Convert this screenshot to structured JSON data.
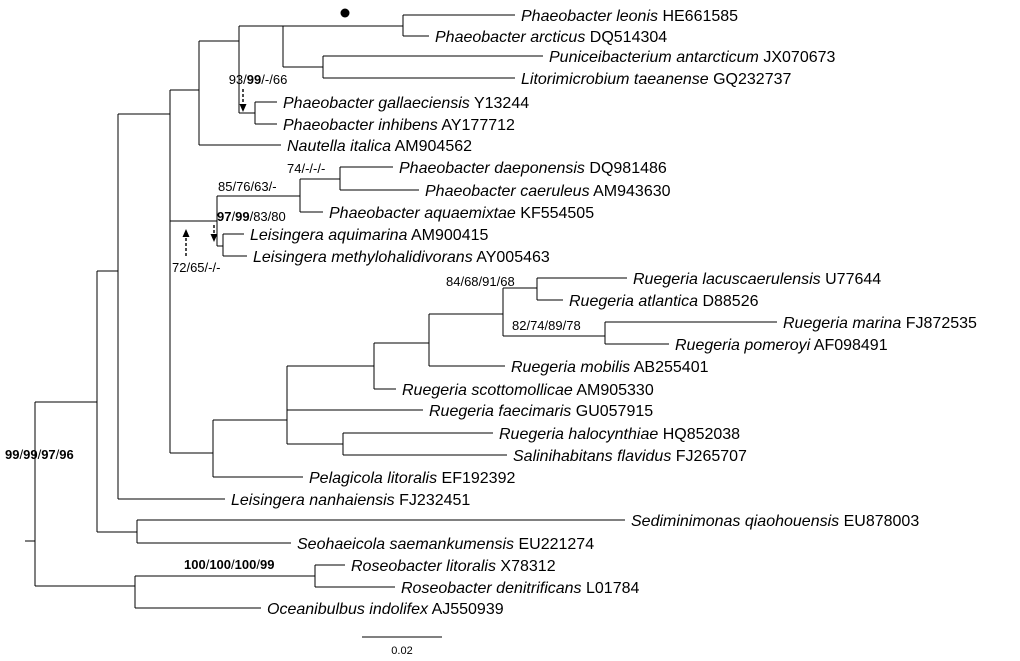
{
  "tree": {
    "taxa": [
      {
        "genus": "Phaeobacter",
        "species": "leonis",
        "accession": "HE661585"
      },
      {
        "genus": "Phaeobacter",
        "species": "arcticus",
        "accession": "DQ514304"
      },
      {
        "genus": "Puniceibacterium",
        "species": "antarcticum",
        "accession": "JX070673"
      },
      {
        "genus": "Litorimicrobium",
        "species": "taeanense",
        "accession": "GQ232737"
      },
      {
        "genus": "Phaeobacter",
        "species": "gallaeciensis",
        "accession": "Y13244"
      },
      {
        "genus": "Phaeobacter",
        "species": "inhibens",
        "accession": "AY177712"
      },
      {
        "genus": "Nautella",
        "species": "italica",
        "accession": "AM904562"
      },
      {
        "genus": "Phaeobacter",
        "species": "daeponensis",
        "accession": "DQ981486"
      },
      {
        "genus": "Phaeobacter",
        "species": "caeruleus",
        "accession": "AM943630"
      },
      {
        "genus": "Phaeobacter",
        "species": "aquaemixtae",
        "accession": "KF554505"
      },
      {
        "genus": "Leisingera",
        "species": "aquimarina",
        "accession": "AM900415"
      },
      {
        "genus": "Leisingera",
        "species": "methylohalidivorans",
        "accession": "AY005463"
      },
      {
        "genus": "Ruegeria",
        "species": "lacuscaerulensis",
        "accession": "U77644"
      },
      {
        "genus": "Ruegeria",
        "species": "atlantica",
        "accession": "D88526"
      },
      {
        "genus": "Ruegeria",
        "species": "marina",
        "accession": "FJ872535"
      },
      {
        "genus": "Ruegeria",
        "species": "pomeroyi",
        "accession": "AF098491"
      },
      {
        "genus": "Ruegeria",
        "species": "mobilis",
        "accession": "AB255401"
      },
      {
        "genus": "Ruegeria",
        "species": "scottomollicae",
        "accession": "AM905330"
      },
      {
        "genus": "Ruegeria",
        "species": "faecimaris",
        "accession": "GU057915"
      },
      {
        "genus": "Ruegeria",
        "species": "halocynthiae",
        "accession": "HQ852038"
      },
      {
        "genus": "Salinihabitans",
        "species": "flavidus",
        "accession": "FJ265707"
      },
      {
        "genus": "Pelagicola",
        "species": "litoralis",
        "accession": "EF192392"
      },
      {
        "genus": "Leisingera",
        "species": "nanhaiensis",
        "accession": "FJ232451"
      },
      {
        "genus": "Sediminimonas",
        "species": "qiaohouensis",
        "accession": "EU878003"
      },
      {
        "genus": "Seohaeicola",
        "species": "saemankumensis",
        "accession": "EU221274"
      },
      {
        "genus": "Roseobacter",
        "species": "litoralis",
        "accession": "X78312"
      },
      {
        "genus": "Roseobacter",
        "species": "denitrificans",
        "accession": "L01784"
      },
      {
        "genus": "Oceanibulbus",
        "species": "indolifex",
        "accession": "AJ550939"
      }
    ],
    "support_values": {
      "gallaeciensis_clade": {
        "a": "93",
        "b": "99",
        "c": "-",
        "d": "66"
      },
      "daeponensis_node": "74/-/-/-",
      "daeponensis_aquaemixtae": "85/76/63/-",
      "phaeo_leisingera": {
        "a": "97",
        "b": "99",
        "c": "83",
        "d": "80"
      },
      "outer_phaeo_node": "72/65/-/-",
      "ruegeria_lacus": "84/68/91/68",
      "ruegeria_marina": "82/74/89/78",
      "root_node": {
        "a": "99",
        "b": "99",
        "c": "97",
        "d": "96"
      },
      "roseobacter_node": {
        "a": "100",
        "b": "100",
        "c": "100",
        "d": "99"
      }
    },
    "scale_bar_label": "0.02"
  }
}
